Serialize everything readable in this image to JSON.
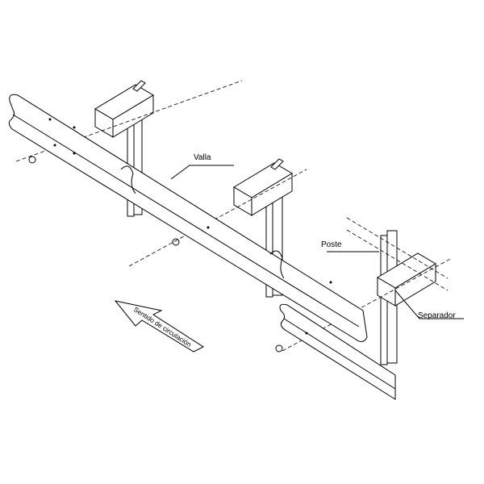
{
  "labels": {
    "rail": "Valla",
    "post": "Poste",
    "spacer": "Separador",
    "direction": "Sentido de circulación"
  }
}
